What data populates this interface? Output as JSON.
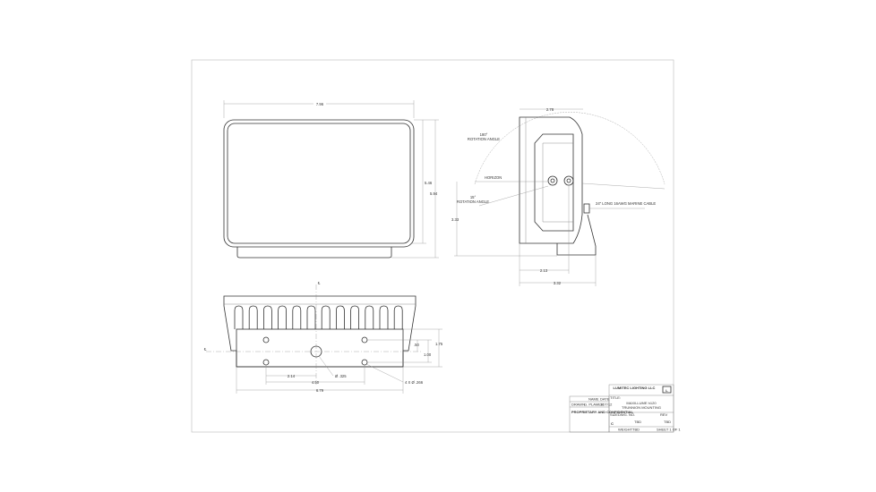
{
  "front_view": {
    "width_dim": "7.96",
    "inner_height_dim": "5.46",
    "height_dim": "5.94"
  },
  "side_view": {
    "depth_dim": "2.78",
    "rotation_up": "180°",
    "rotation_up_label": "ROTATION ANGLE",
    "horizon_label": "HORIZON",
    "rotation_down": "15°",
    "rotation_down_label": "ROTATION ANGLE",
    "cable_label": "24\" LONG 16AWG MARINE CABLE",
    "height_dim": "3.33",
    "pivot_dim": "2.13",
    "base_dim": "3.32"
  },
  "bottom_view": {
    "centerline_symbol": "℄",
    "hole_spacing_half": "2.14",
    "center_hole": "Ø .325",
    "hole_spacing": "4.50",
    "base_width": "6.79",
    "holes": "4 X Ø .266",
    "offset_small": ".50",
    "offset_mid": "1.00",
    "bracket_depth": "1.75"
  },
  "title_block": {
    "company": "LUMITEC LIGHTING LLC",
    "logo_text": "L",
    "col_name": "NAME",
    "col_date": "DATE",
    "row_drawn": "DRAWN",
    "drawn_name": "G. PLAMER",
    "drawn_date": "12/7/12",
    "confidential": "PROPRIETARY AND CONFIDENTIAL",
    "title_label": "TITLE:",
    "title_line1": "MAXILLUME h120",
    "title_line2": "TRUNNION MOUNTING",
    "size_label": "SIZE",
    "size": "C",
    "dwg_label": "DWG. NO.",
    "dwg_no": "TBD",
    "rev_label": "REV",
    "rev": "TBD",
    "weight_label": "WEIGHT:",
    "weight": "TBD",
    "sheet": "SHEET 1 OF 1"
  }
}
